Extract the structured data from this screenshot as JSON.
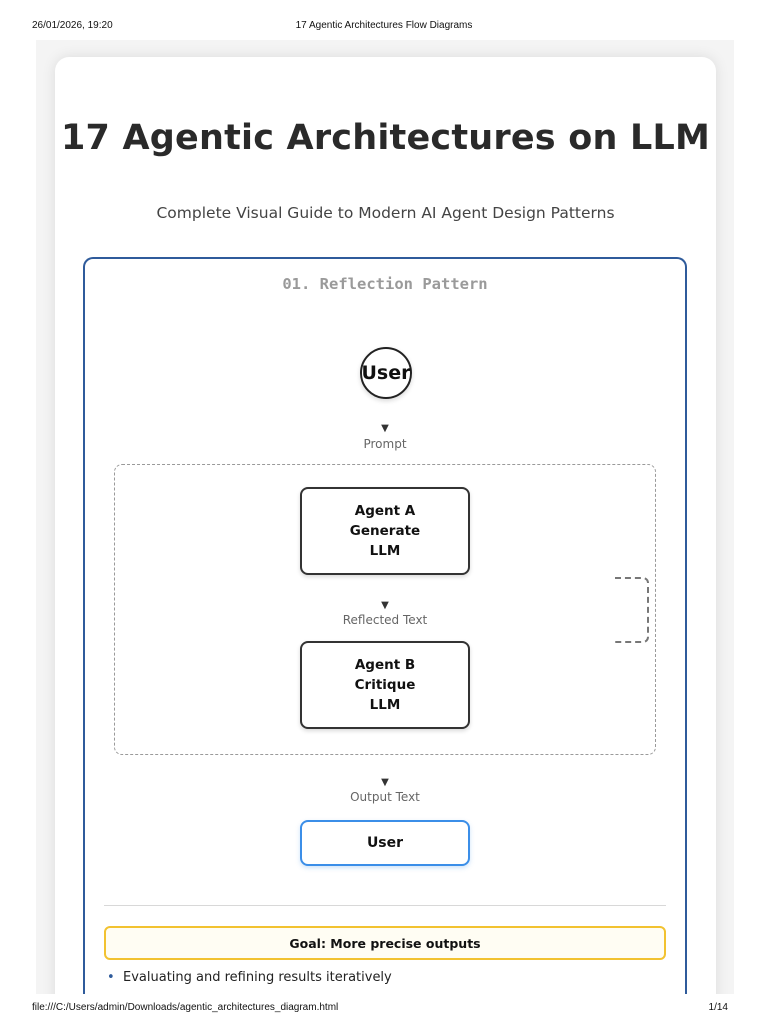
{
  "print_header": {
    "datetime": "26/01/2026, 19:20",
    "title": "17 Agentic Architectures Flow Diagrams"
  },
  "print_footer": {
    "path": "file:///C:/Users/admin/Downloads/agentic_architectures_diagram.html",
    "page": "1/14"
  },
  "page": {
    "title": "17 Agentic Architectures on LLM",
    "subtitle": "Complete Visual Guide to Modern AI Agent Design Patterns"
  },
  "section": {
    "title": "01. Reflection Pattern",
    "nodes": {
      "user_start": "User",
      "agent_a": {
        "line1": "Agent A",
        "line2": "Generate",
        "line3": "LLM"
      },
      "agent_b": {
        "line1": "Agent B",
        "line2": "Critique",
        "line3": "LLM"
      },
      "user_end": "User"
    },
    "edges": {
      "prompt": "Prompt",
      "reflected": "Reflected Text",
      "output": "Output Text"
    },
    "arrow_glyph": "▼",
    "goal": "Goal: More precise outputs",
    "bullets": [
      "Evaluating and refining results iteratively"
    ]
  },
  "colors": {
    "section_border": "#2f5b9b",
    "output_border": "#3b8ee8",
    "goal_border": "#f2c230"
  }
}
